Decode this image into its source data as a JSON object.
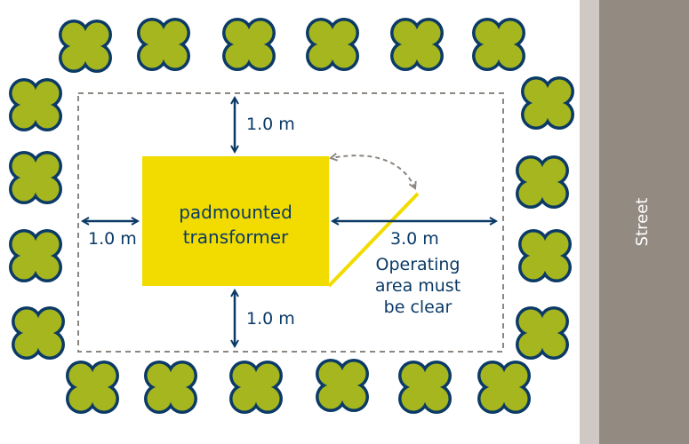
{
  "street": {
    "label": "Street"
  },
  "transformer": {
    "line1": "padmounted",
    "line2": "transformer"
  },
  "clearances": {
    "top": "1.0 m",
    "left": "1.0 m",
    "bottom": "1.0 m",
    "right": "3.0 m"
  },
  "operating_note": {
    "line1": "Operating",
    "line2": "area must",
    "line3": "be clear"
  },
  "colors": {
    "transformer": "#f2dc00",
    "shrub_fill": "#a6b61e",
    "shrub_outline": "#0b3a66",
    "arrow": "#0b3a66",
    "dashed_boundary": "#8c8680",
    "door_swing": "#f2dc00",
    "street": "#938a82",
    "curb": "#cfc8c4"
  }
}
